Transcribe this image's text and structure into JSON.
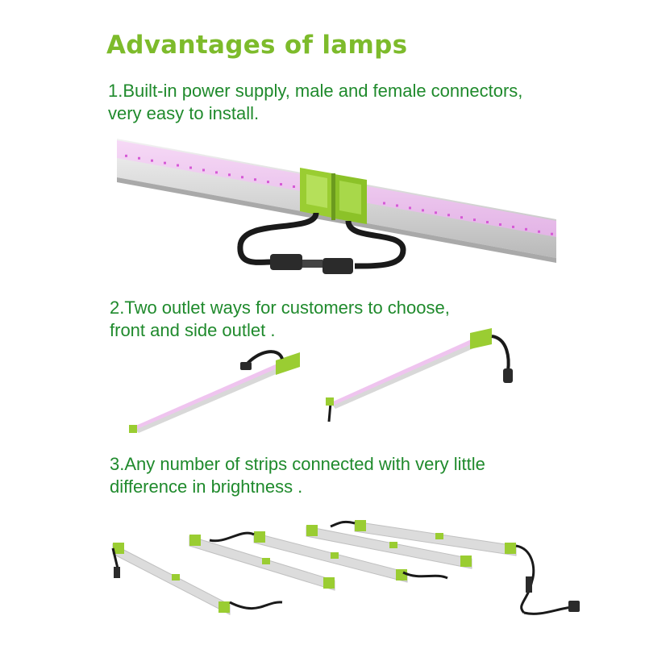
{
  "title": "Advantages of lamps",
  "sections": [
    {
      "lines": [
        "1.Built-in power supply, male and female connectors,",
        "very easy to install."
      ]
    },
    {
      "lines": [
        "2.Two outlet ways for customers to choose,",
        "front and side outlet ."
      ]
    },
    {
      "lines": [
        "3.Any number of strips connected with very little",
        "difference in brightness ."
      ]
    }
  ],
  "colors": {
    "title": "#7dbb2b",
    "text": "#1f8a2c",
    "connector": "#9acd32",
    "led": "#e870e8",
    "cable": "#1a1a1a"
  },
  "icons": [
    "connector-illustration",
    "outlet-illustration",
    "linked-strips-illustration"
  ]
}
